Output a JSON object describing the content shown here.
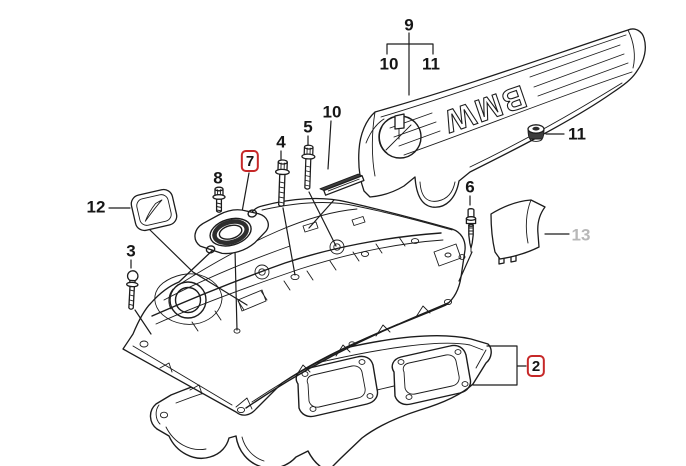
{
  "colors": {
    "background": "#ffffff",
    "line_art": "#1c1c1c",
    "highlight_red": "#c62828",
    "muted_label_gray": "#b8b8b8"
  },
  "engine_cover": {
    "brand_text": "BMW"
  },
  "part_labels": [
    {
      "key": "9",
      "text": "9",
      "highlighted": false,
      "muted": false
    },
    {
      "key": "10-top",
      "text": "10",
      "highlighted": false,
      "muted": false
    },
    {
      "key": "11-top",
      "text": "11",
      "highlighted": false,
      "muted": false
    },
    {
      "key": "10-mid",
      "text": "10",
      "highlighted": false,
      "muted": false
    },
    {
      "key": "11-right",
      "text": "11",
      "highlighted": false,
      "muted": false
    },
    {
      "key": "5",
      "text": "5",
      "highlighted": false,
      "muted": false
    },
    {
      "key": "4",
      "text": "4",
      "highlighted": false,
      "muted": false
    },
    {
      "key": "7",
      "text": "7",
      "highlighted": true,
      "muted": false
    },
    {
      "key": "8",
      "text": "8",
      "highlighted": false,
      "muted": false
    },
    {
      "key": "12",
      "text": "12",
      "highlighted": false,
      "muted": false
    },
    {
      "key": "3",
      "text": "3",
      "highlighted": false,
      "muted": false
    },
    {
      "key": "6",
      "text": "6",
      "highlighted": false,
      "muted": false
    },
    {
      "key": "13",
      "text": "13",
      "highlighted": false,
      "muted": true
    },
    {
      "key": "2",
      "text": "2",
      "highlighted": true,
      "muted": false
    }
  ]
}
